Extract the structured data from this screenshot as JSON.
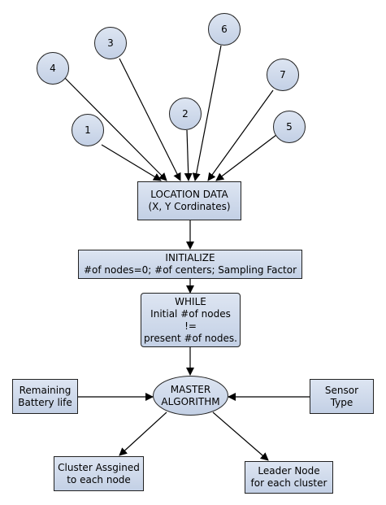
{
  "nodes": [
    "1",
    "2",
    "3",
    "4",
    "5",
    "6",
    "7"
  ],
  "location": {
    "line1": "LOCATION DATA",
    "line2": "(X, Y Cordinates)"
  },
  "initialize": {
    "line1": "INITIALIZE",
    "line2": "#of nodes=0; #of centers; Sampling Factor"
  },
  "while_box": {
    "line1": "WHILE",
    "line2": "Initial #of nodes",
    "line3": "!=",
    "line4": "present #of nodes."
  },
  "battery": {
    "line1": "Remaining",
    "line2": "Battery life"
  },
  "master": {
    "line1": "MASTER",
    "line2": "ALGORITHM"
  },
  "sensor": {
    "line1": "Sensor",
    "line2": "Type"
  },
  "cluster": {
    "line1": "Cluster Assgined",
    "line2": "to each node"
  },
  "leader": {
    "line1": "Leader Node",
    "line2": "for each cluster"
  }
}
